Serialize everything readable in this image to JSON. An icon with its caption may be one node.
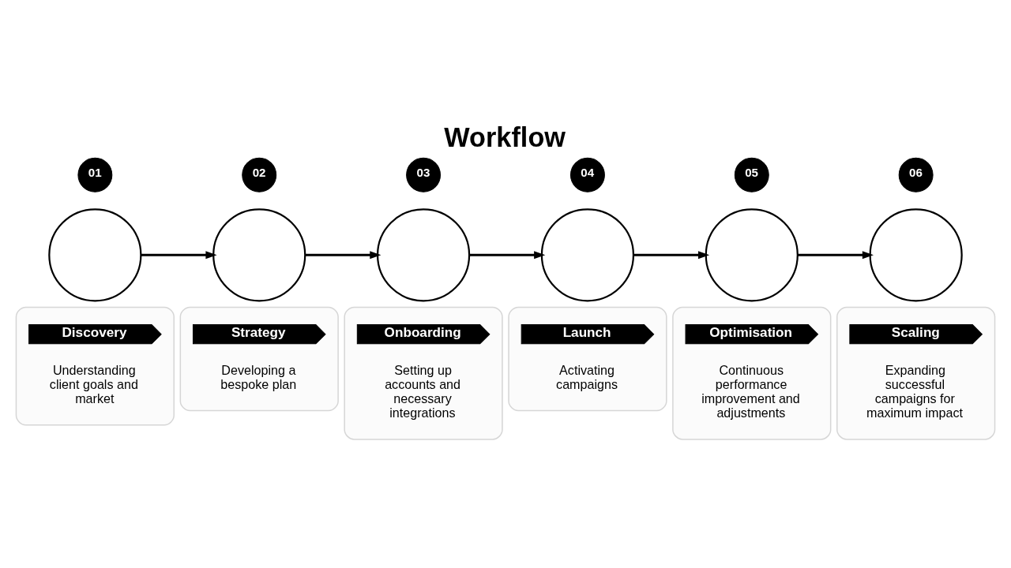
{
  "diagram": {
    "title": "Workflow",
    "nodes": [
      {
        "text": [
          "01"
        ]
      },
      {
        "text": [],
        "shape": "circle"
      },
      {
        "text": [
          "Understanding client goals and market"
        ]
      },
      {
        "text": [
          "Discovery"
        ],
        "in": 2
      },
      {
        "text": [
          "02"
        ]
      },
      {
        "text": [],
        "shape": "circle"
      },
      {
        "text": [
          "Developing a bespoke plan"
        ]
      },
      {
        "text": [
          "Strategy"
        ],
        "in": 6
      },
      {
        "text": [
          "03"
        ]
      },
      {
        "text": [],
        "shape": "circle"
      },
      {
        "text": [
          "Setting up accounts and necessary integrations"
        ]
      },
      {
        "text": [
          "Onboarding"
        ],
        "in": 10
      },
      {
        "text": [
          "04"
        ]
      },
      {
        "text": [],
        "shape": "circle"
      },
      {
        "text": [
          "Activating campaigns"
        ]
      },
      {
        "text": [
          "Launch"
        ],
        "in": 14
      },
      {
        "text": [
          "05"
        ]
      },
      {
        "text": [],
        "shape": "circle"
      },
      {
        "text": [
          "Continuous performance improvement and adjustments"
        ]
      },
      {
        "text": [
          "Optimisation"
        ],
        "in": 18
      },
      {
        "text": [
          "06"
        ]
      },
      {
        "text": [],
        "shape": "circle"
      },
      {
        "text": [
          "Expanding successful campaigns for maximum impact"
        ]
      },
      {
        "text": [
          "Scaling"
        ],
        "in": 22
      }
    ],
    "edges": [
      {
        "from": 1,
        "to": 5,
        "arrow": "to"
      },
      {
        "from": 5,
        "to": 9,
        "arrow": "to"
      },
      {
        "from": 9,
        "to": 13,
        "arrow": "to"
      },
      {
        "from": 13,
        "to": 17,
        "arrow": "to"
      },
      {
        "from": 17,
        "to": 21,
        "arrow": "to"
      }
    ]
  }
}
